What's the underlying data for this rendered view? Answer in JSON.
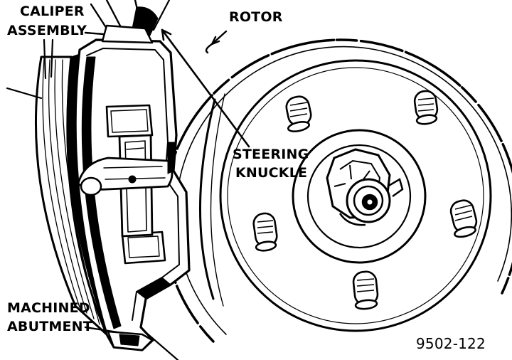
{
  "labels": {
    "caliper_line1": "CALIPER",
    "caliper_line2": "ASSEMBLY",
    "rotor": "ROTOR",
    "steering_line1": "STEERING",
    "steering_line2": "KNUCKLE",
    "machined_line1": "MACHINED",
    "machined_line2": "ABUTMENT",
    "figure_number": "9502-122"
  },
  "colors": {
    "ink": "#000000",
    "paper": "#ffffff"
  }
}
